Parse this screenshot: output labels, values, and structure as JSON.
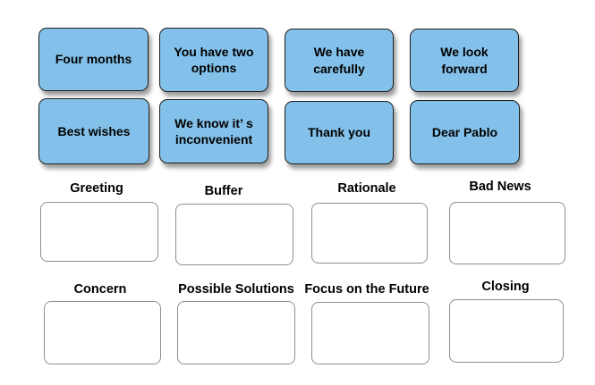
{
  "activity": {
    "type": "drag-and-drop-matching"
  },
  "cards": [
    {
      "label": "Four months"
    },
    {
      "label": "You have two options"
    },
    {
      "label": "We have carefully"
    },
    {
      "label": "We look forward"
    },
    {
      "label": "Best wishes"
    },
    {
      "label": "We know it’ s inconvenient"
    },
    {
      "label": "Thank you"
    },
    {
      "label": "Dear Pablo"
    }
  ],
  "zones": [
    {
      "label": "Greeting"
    },
    {
      "label": "Buffer"
    },
    {
      "label": "Rationale"
    },
    {
      "label": "Bad News"
    },
    {
      "label": "Concern"
    },
    {
      "label": "Possible Solutions"
    },
    {
      "label": "Focus on the Future"
    },
    {
      "label": "Closing"
    }
  ],
  "colors": {
    "card_fill": "#84C1EA",
    "card_border": "#1F1F1F",
    "zone_border": "#8F8F8F",
    "text": "#000000",
    "background": "#FFFFFF"
  }
}
